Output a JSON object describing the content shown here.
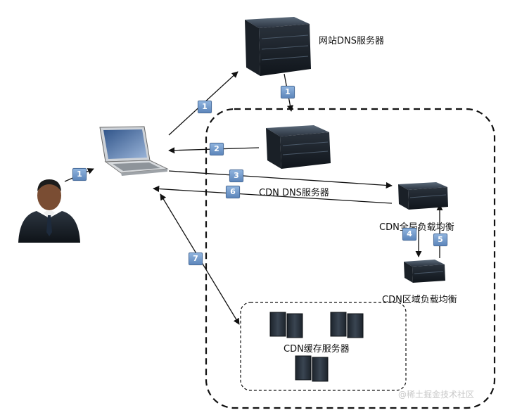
{
  "nodes": {
    "website_dns": "网站DNS服务器",
    "cdn_dns": "CDN  DNS服务器",
    "cdn_global_lb": "CDN全局负载均衡",
    "cdn_regional_lb": "CDN区域负载均衡",
    "cdn_cache": "CDN缓存服务器"
  },
  "steps": {
    "user_to_laptop": "1",
    "laptop_to_site_dns": "1",
    "site_dns_to_cdn_dns": "1",
    "cdn_dns_to_laptop": "2",
    "laptop_to_global_lb": "3",
    "global_to_regional": "4",
    "regional_to_global": "5",
    "global_lb_to_laptop": "6",
    "laptop_cache_exchange": "7"
  },
  "watermark": "@稀土掘金技术社区"
}
